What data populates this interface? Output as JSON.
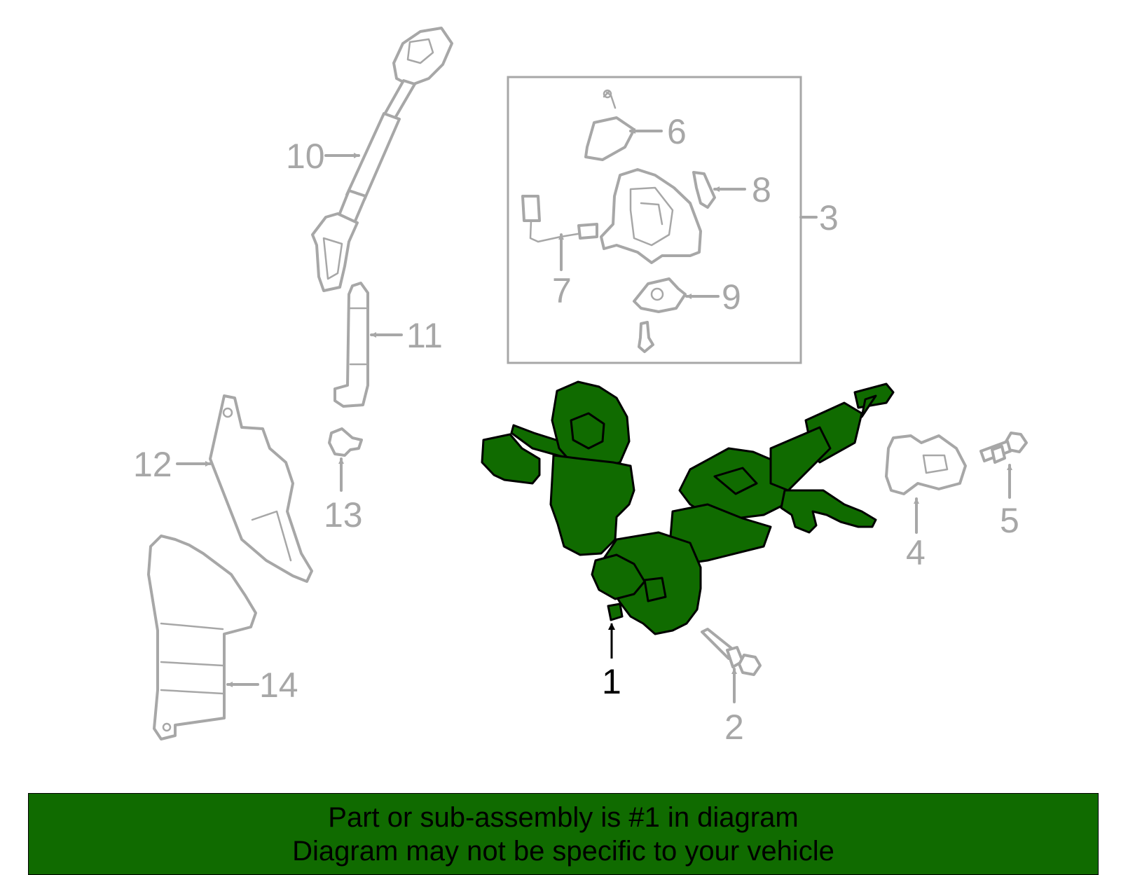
{
  "colors": {
    "highlight": "#106b00",
    "outline": "#a7a7a7",
    "callout_active": "#000000",
    "banner_bg": "#106b00"
  },
  "callouts": {
    "p1": "1",
    "p2": "2",
    "p3": "3",
    "p4": "4",
    "p5": "5",
    "p6": "6",
    "p7": "7",
    "p8": "8",
    "p9": "9",
    "p10": "10",
    "p11": "11",
    "p12": "12",
    "p13": "13",
    "p14": "14"
  },
  "highlighted_part": "1",
  "banner": {
    "line1": "Part or sub-assembly is #1 in diagram",
    "line2": "Diagram may not be specific to your vehicle"
  }
}
